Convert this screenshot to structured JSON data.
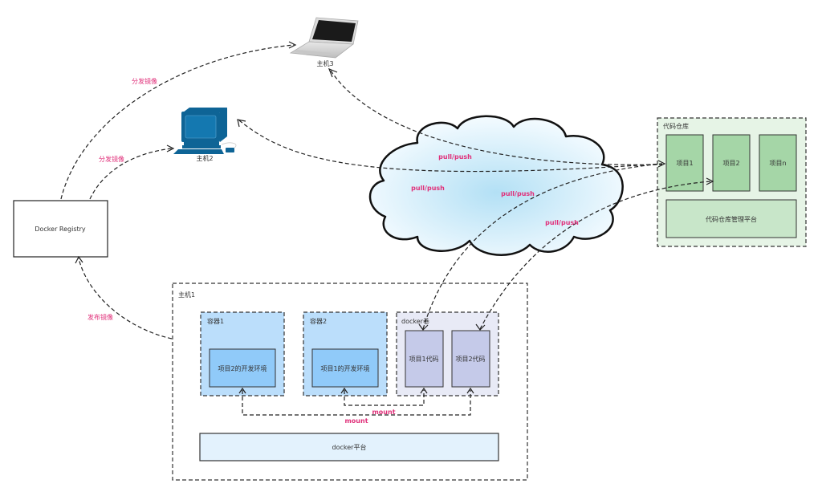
{
  "diagram": {
    "nodes": {
      "docker_registry": {
        "label": "Docker Registry"
      },
      "host3": {
        "label": "主机3",
        "icon": "laptop-icon"
      },
      "host2": {
        "label": "主机2",
        "icon": "desktop-computer-icon"
      },
      "cloud": {
        "icon": "cloud-icon"
      },
      "code_repo": {
        "title": "代码仓库",
        "projects": [
          {
            "label": "项目1"
          },
          {
            "label": "项目2"
          },
          {
            "label": "项目n"
          }
        ],
        "platform": "代码仓库管理平台"
      },
      "host1": {
        "title": "主机1",
        "container1": {
          "title": "容器1",
          "inner": "项目2的开发环境"
        },
        "container2": {
          "title": "容器2",
          "inner": "项目1的开发环境"
        },
        "volume": {
          "title": "docker卷",
          "items": [
            {
              "label": "项目1代码"
            },
            {
              "label": "项目2代码"
            }
          ]
        },
        "platform": "docker平台"
      }
    },
    "edges": {
      "distribute_to_host3": "分发镜像",
      "distribute_to_host2": "分发镜像",
      "publish_image": "发布镜像",
      "pull_push_1": "pull/push",
      "pull_push_2": "pull/push",
      "pull_push_3": "pull/push",
      "pull_push_4": "pull/push",
      "mount_1": "mount",
      "mount_2": "mount"
    },
    "colors": {
      "edge_label": "#e0307a",
      "repo_bg": "#e6f4e6",
      "project_fill": "#a5d6a7",
      "platform_fill": "#c8e6c9",
      "container_fill": "#bbdefb",
      "env_fill": "#90caf9",
      "volume_bg": "#e8eaf6",
      "code_fill": "#c5cae9",
      "docker_platform_fill": "#e3f2fd",
      "computer_blue": "#0e6496"
    }
  }
}
